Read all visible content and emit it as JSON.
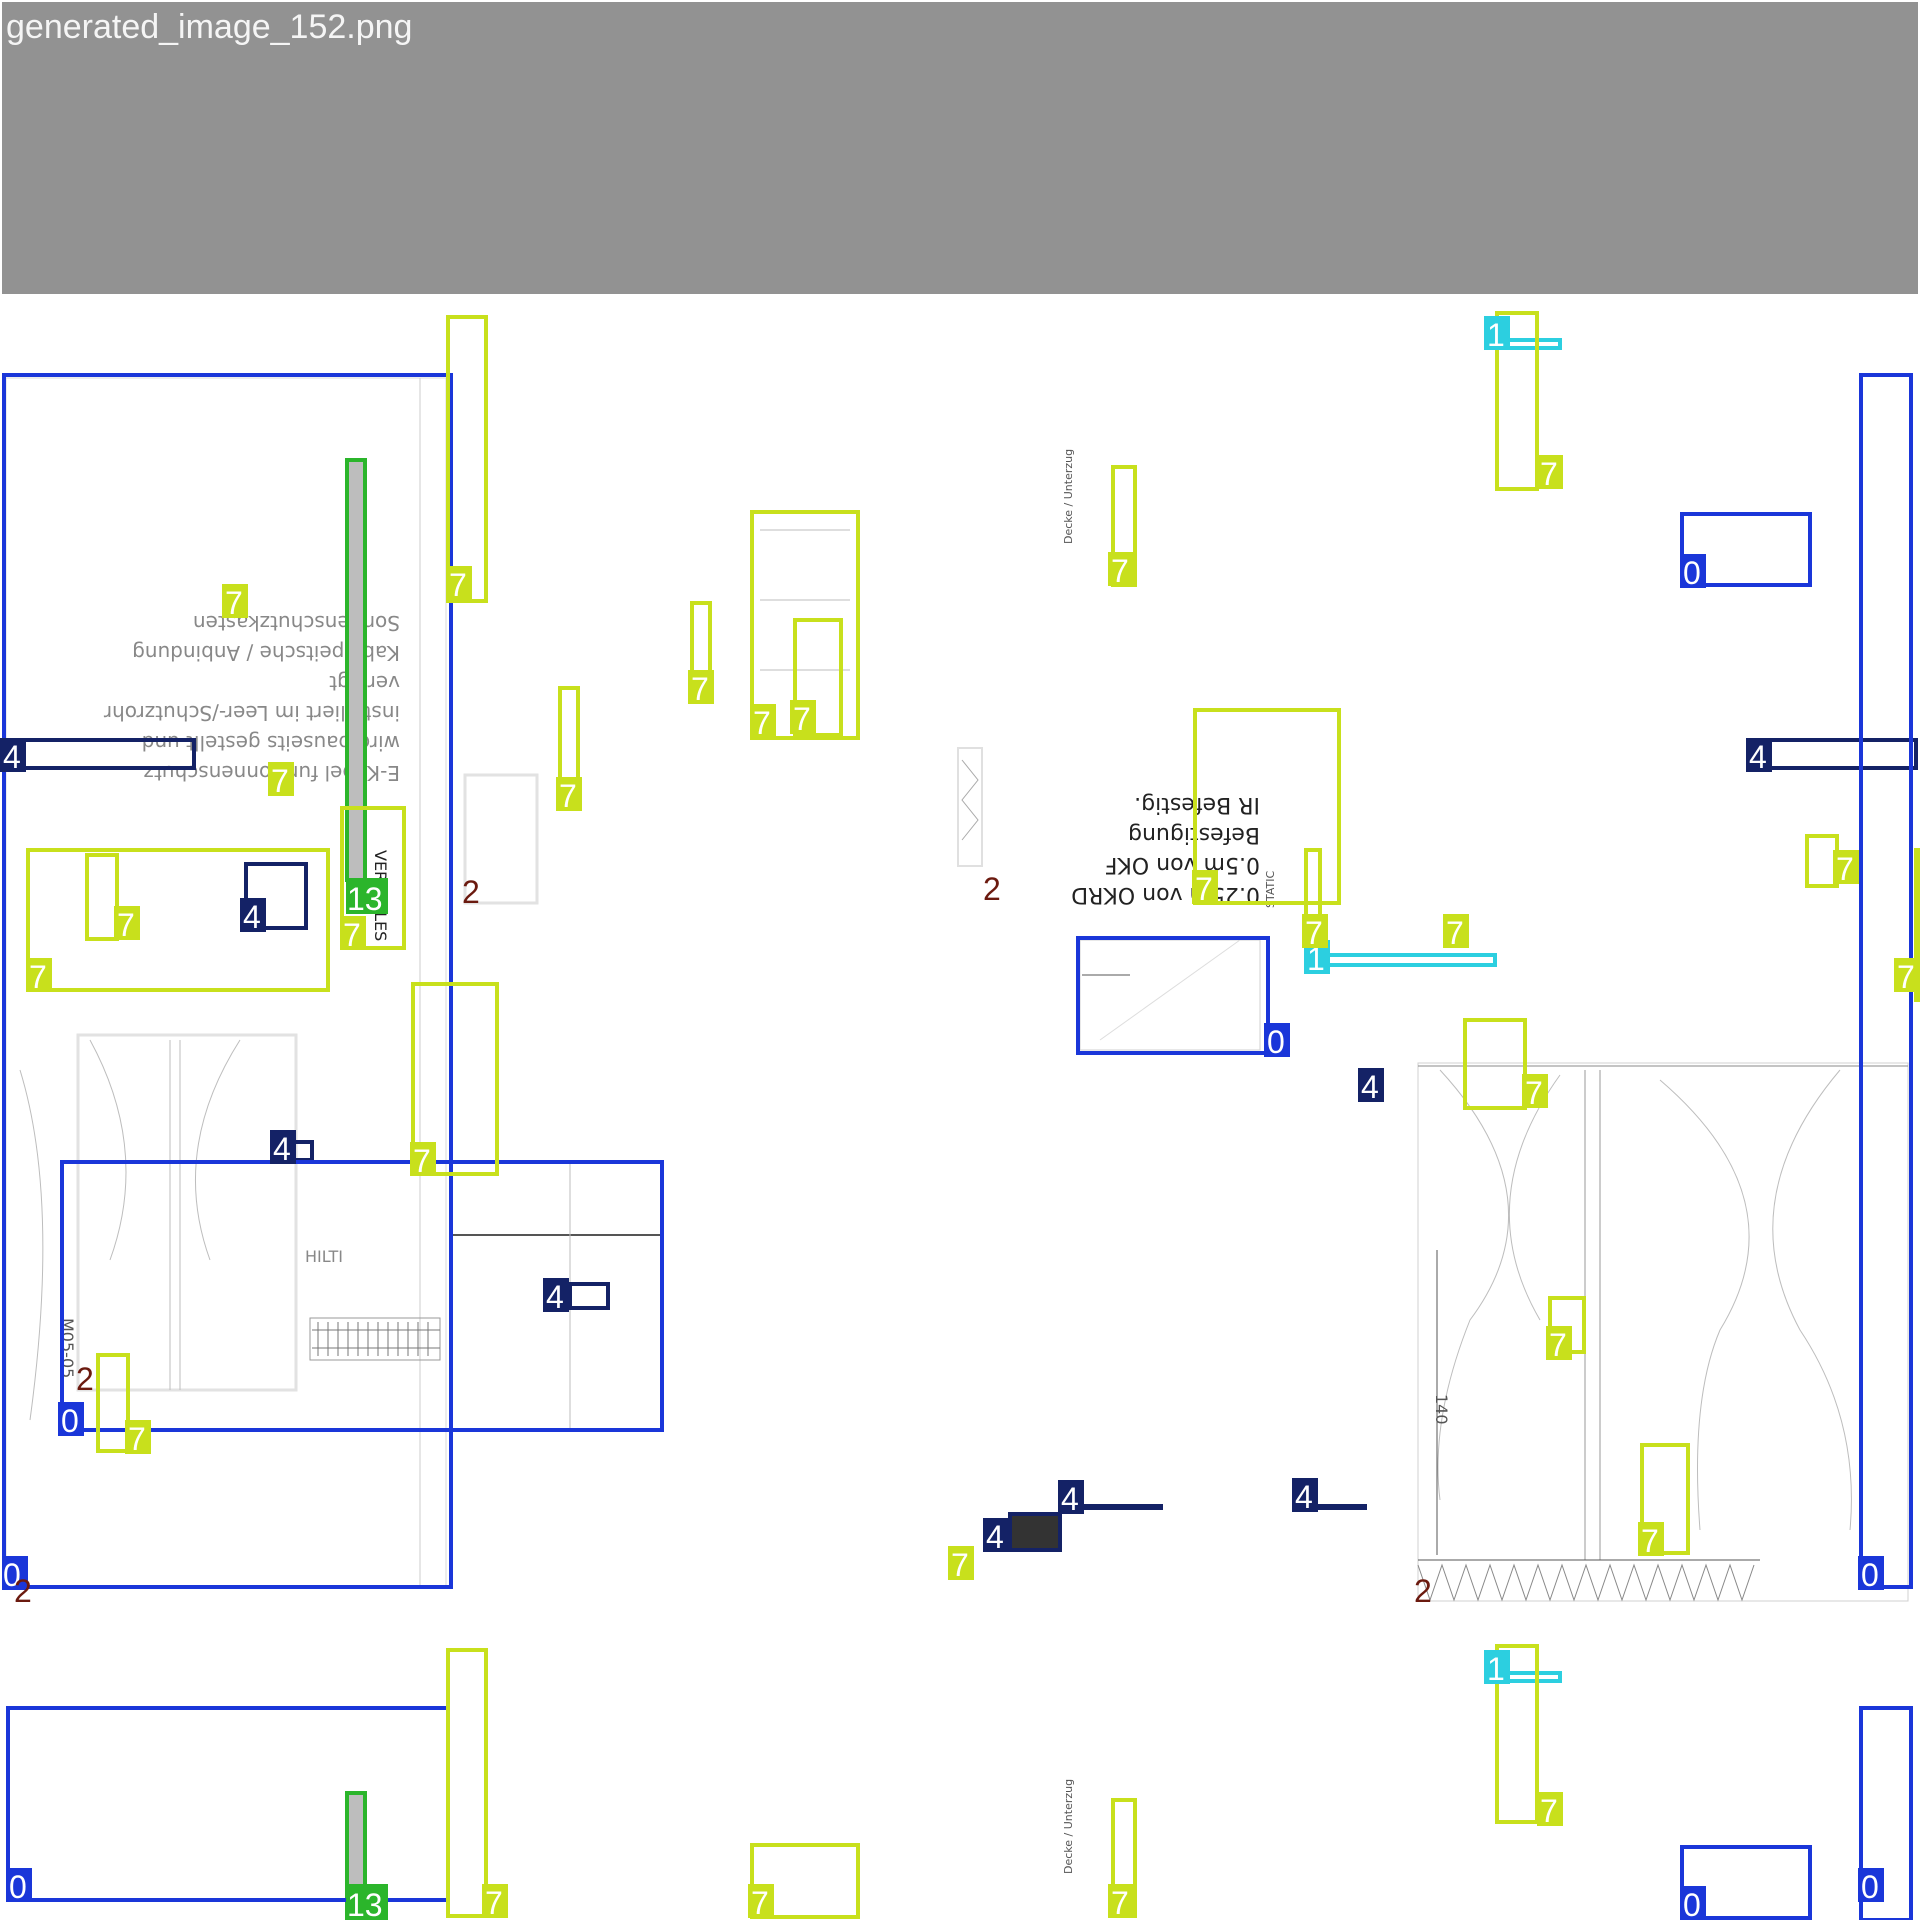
{
  "file": {
    "title": "generated_image_152.png"
  },
  "colors": {
    "blue": "#1a36d9",
    "navy": "#142266",
    "lime": "#c8e01c",
    "green": "#2bb52b",
    "cyan": "#2ccfe0",
    "maroon": "#6b1a0f",
    "header": "#929292"
  },
  "labels": {
    "zero": "0",
    "one": "1",
    "two": "2",
    "four": "4",
    "seven": "7",
    "thirteen": "13"
  },
  "drawing_text": {
    "okrd_1": "0.25m von OKRD",
    "okrd_2": "0.5m von OKF",
    "okrd_3": "Befestigung",
    "okrd_4": "IR Befestig.",
    "static": "STATIC",
    "versatles": "VERSATLES",
    "dim_140": "140",
    "m05": "M05-05",
    "hilti": "HILTI",
    "sonnenschutz_1": "E-Kabel fur Sonnenschutz",
    "sonnenschutz_2": "wird bauseits gestellt und",
    "sonnenschutz_3": "installiert im Leer-/Schutzrohr",
    "sonnenschutz_4": "verlegt",
    "sonnenschutz_5": "Kabelpeitsche / Anbindung",
    "sonnenschutz_6": "Sonnenschutzkasten",
    "decke": "Decke / Unterzug"
  }
}
